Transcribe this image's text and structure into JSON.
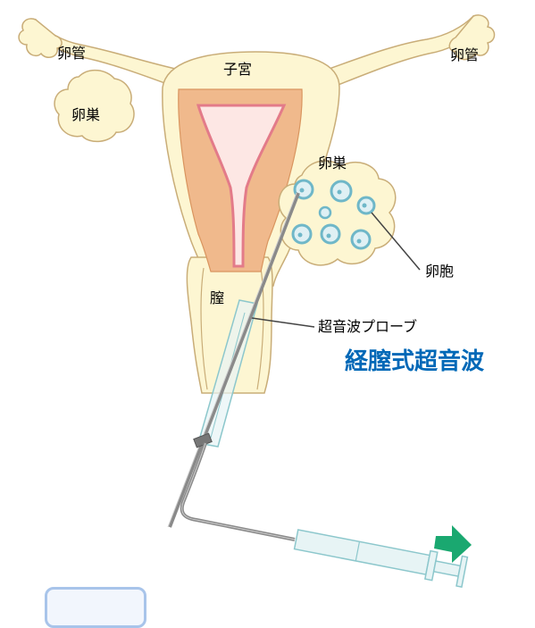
{
  "labels": {
    "fallopian_tube_left": "卵管",
    "fallopian_tube_right": "卵管",
    "uterus": "子宮",
    "ovary_left": "卵巣",
    "ovary_right": "卵巣",
    "follicle": "卵胞",
    "vagina": "膣",
    "ultrasound_probe": "超音波プローブ"
  },
  "title": "経膣式超音波",
  "colors": {
    "title": "#0068b7",
    "organ_fill": "#fdf6d2",
    "organ_outline": "#c9ad78",
    "uterus_wall": "#f0b98c",
    "endometrium": "#e37b89",
    "follicle": "#6fb7c8",
    "probe": "#8a8a8a",
    "arrow": "#1aa870",
    "badge_border": "#a8c4ea"
  },
  "icons": {
    "arrow": "green-right-arrow-icon"
  }
}
